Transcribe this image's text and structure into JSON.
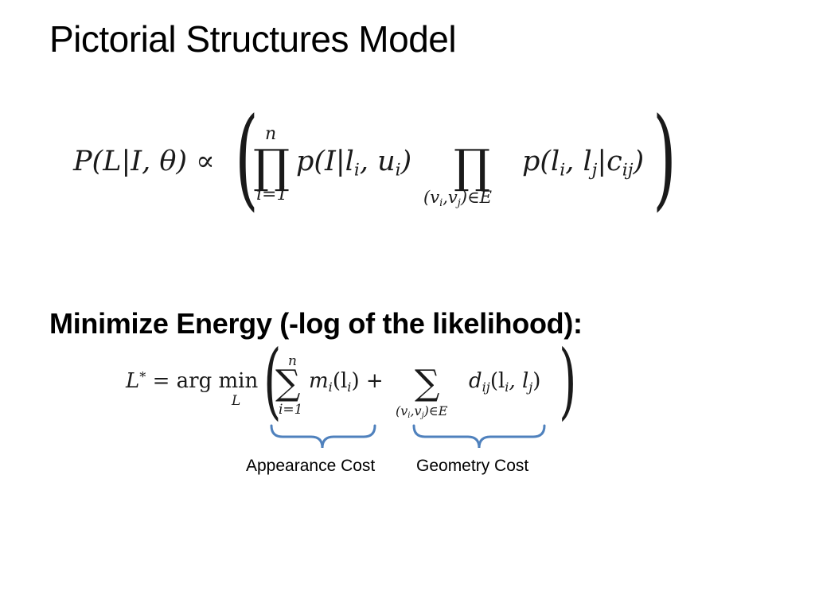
{
  "slide": {
    "title": "Pictorial Structures Model",
    "subtitle": "Minimize Energy (-log of the likelihood):"
  },
  "equation1": {
    "lhs": "P(L|I, θ) ∝",
    "left_paren": "(",
    "right_paren": ")",
    "product_symbol": "∏",
    "product1_upper": "n",
    "product1_lower": "i=1",
    "term1": "p(I|l",
    "term1_sub": "i",
    "term1_mid": ", u",
    "term1_sub2": "i",
    "term1_end": ")",
    "product2_lower": "(v",
    "product2_lower_sub1": "i",
    "product2_lower_mid": ",v",
    "product2_lower_sub2": "j",
    "product2_lower_end": ")∈E",
    "term2": "p(l",
    "term2_sub1": "i",
    "term2_mid1": ", l",
    "term2_sub2": "j",
    "term2_mid2": "|c",
    "term2_sub3": "ij",
    "term2_end": ")"
  },
  "equation2": {
    "lhs_L": "L",
    "lhs_star": "*",
    "lhs_rest": " = arg min",
    "argmin_sub": "L",
    "left_paren": "(",
    "right_paren": ")",
    "sum_symbol": "∑",
    "sum1_upper": "n",
    "sum1_lower": "i=1",
    "term1": "m",
    "term1_sub": "i",
    "term1_end": "(l",
    "term1_sub2": "i",
    "term1_close": ") +",
    "sum2_lower": "(v",
    "sum2_lower_sub1": "i",
    "sum2_lower_mid": ",v",
    "sum2_lower_sub2": "j",
    "sum2_lower_end": ")∈E",
    "term2": "d",
    "term2_sub": "ij",
    "term2_mid": "(l",
    "term2_sub2": "i",
    "term2_mid2": ", l",
    "term2_sub3": "j",
    "term2_end": ")"
  },
  "annotations": {
    "appearance_label": "Appearance Cost",
    "geometry_label": "Geometry Cost",
    "brace_color": "#4f81bd"
  }
}
